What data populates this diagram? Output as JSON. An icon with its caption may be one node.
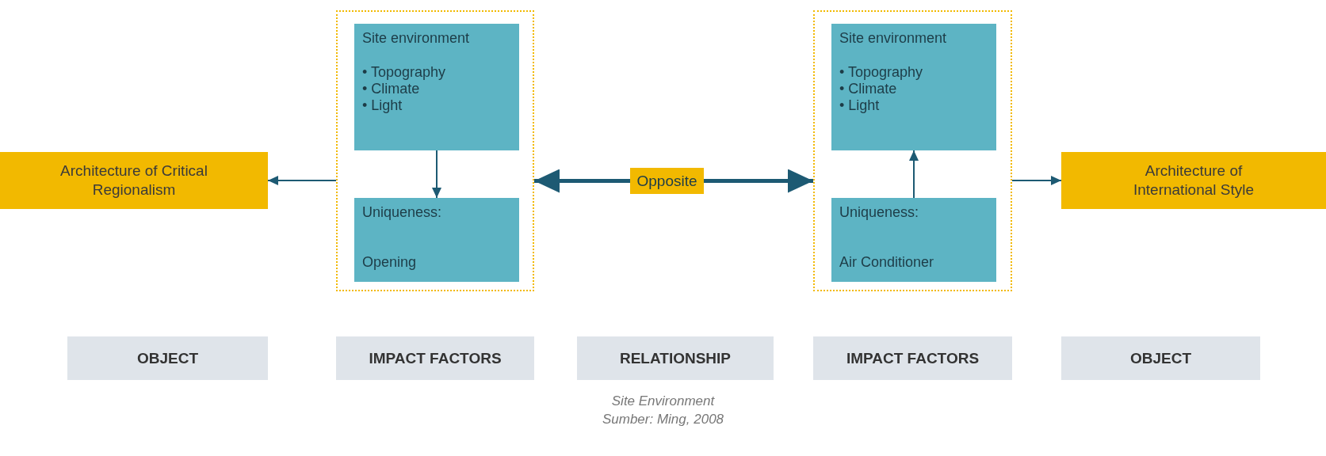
{
  "diagram": {
    "caption": "Site Environment",
    "nodes": [
      {
        "text": [
          "Architecture of Critical Regionalism"
        ]
      },
      {
        "text": [],
        "shape": "box"
      },
      {
        "text": [
          "Site environment",
          "• Topography",
          "• Climate",
          "• Light"
        ],
        "in": 1
      },
      {
        "text": [
          "Uniqueness:",
          "Opening"
        ],
        "in": 1
      },
      {
        "text": [
          "Opposite"
        ]
      },
      {
        "text": [],
        "shape": "box"
      },
      {
        "text": [
          "Site environment",
          "• Topography",
          "• Climate",
          "• Light"
        ],
        "in": 5
      },
      {
        "text": [
          "Uniqueness:",
          "Air Conditioner"
        ],
        "in": 5
      },
      {
        "text": [
          "Architecture of International Style"
        ]
      },
      {
        "text": [
          "OBJECT"
        ]
      },
      {
        "text": [
          "IMPACT FACTORS"
        ]
      },
      {
        "text": [
          "RELATIONSHIP"
        ]
      },
      {
        "text": [
          "IMPACT FACTORS"
        ]
      },
      {
        "text": [
          "OBJECT"
        ]
      }
    ],
    "edges": [
      {
        "from": 2,
        "to": 3,
        "arrow": "to"
      },
      {
        "from": 7,
        "to": 6,
        "arrow": "to"
      },
      {
        "from": 1,
        "to": 0,
        "arrow": "to"
      },
      {
        "from": 5,
        "to": 8,
        "arrow": "to"
      },
      {
        "from": 4,
        "to": 1,
        "arrow": "to",
        "style": "thick"
      },
      {
        "from": 4,
        "to": 5,
        "arrow": "to",
        "style": "thick"
      }
    ],
    "labels": [
      "Sumber: Ming, 2008"
    ]
  }
}
